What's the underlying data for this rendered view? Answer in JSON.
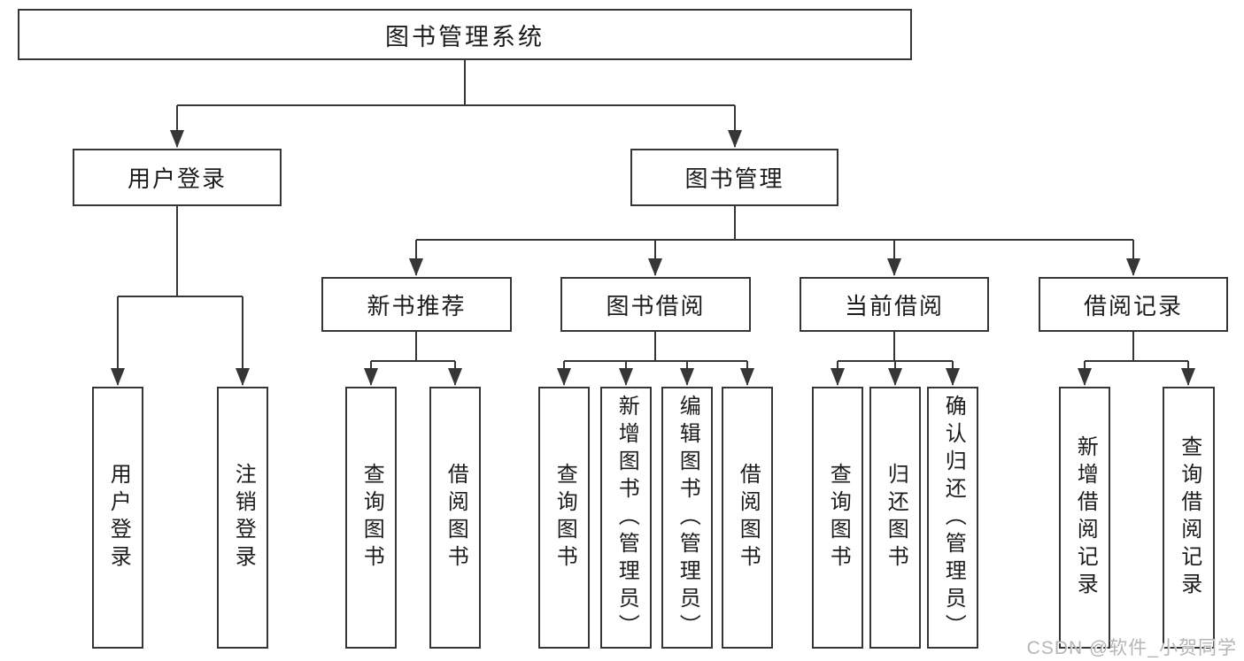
{
  "colors": {
    "line": "#363636",
    "border": "#363636",
    "text": "#1c1c1c",
    "watermark": "#b5b5b5",
    "background": "#ffffff"
  },
  "diagram": {
    "title": "图书管理系统",
    "root": {
      "label": "图书管理系统"
    },
    "level1": [
      {
        "label": "用户登录"
      },
      {
        "label": "图书管理"
      }
    ],
    "level2": [
      {
        "label": "新书推荐"
      },
      {
        "label": "图书借阅"
      },
      {
        "label": "当前借阅"
      },
      {
        "label": "借阅记录"
      }
    ],
    "leaves": {
      "user_login_group": [
        {
          "label": "用户登录"
        },
        {
          "label": "注销登录"
        }
      ],
      "new_books_group": [
        {
          "label": "查询图书"
        },
        {
          "label": "借阅图书"
        }
      ],
      "book_borrow_group": [
        {
          "label": "查询图书"
        },
        {
          "label": "新增图书（管理员）"
        },
        {
          "label": "编辑图书（管理员）"
        },
        {
          "label": "借阅图书"
        }
      ],
      "current_borrow_group": [
        {
          "label": "查询图书"
        },
        {
          "label": "归还图书"
        },
        {
          "label": "确认归还（管理员）"
        }
      ],
      "borrow_records_group": [
        {
          "label": "新增借阅记录"
        },
        {
          "label": "查询借阅记录"
        }
      ]
    }
  },
  "watermark": {
    "text": "CSDN @软件_小贺同学"
  }
}
